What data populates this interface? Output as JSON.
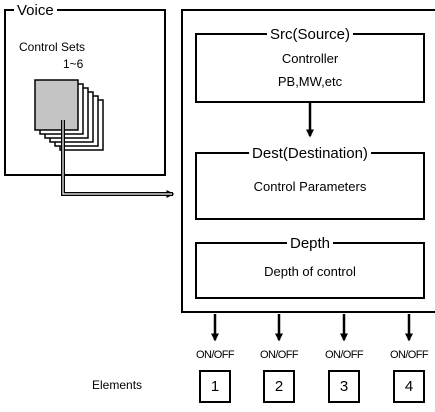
{
  "voice": {
    "title": "Voice",
    "control_sets_label": "Control Sets",
    "control_sets_range": "1~6"
  },
  "src": {
    "title": "Src(Source)",
    "line1": "Controller",
    "line2": "PB,MW,etc"
  },
  "dest": {
    "title": "Dest(Destination)",
    "line1": "Control Parameters"
  },
  "depth": {
    "title": "Depth",
    "line1": "Depth of control"
  },
  "elements": {
    "label": "Elements",
    "switch_label": "ON/OFF",
    "items": [
      "1",
      "2",
      "3",
      "4"
    ]
  }
}
